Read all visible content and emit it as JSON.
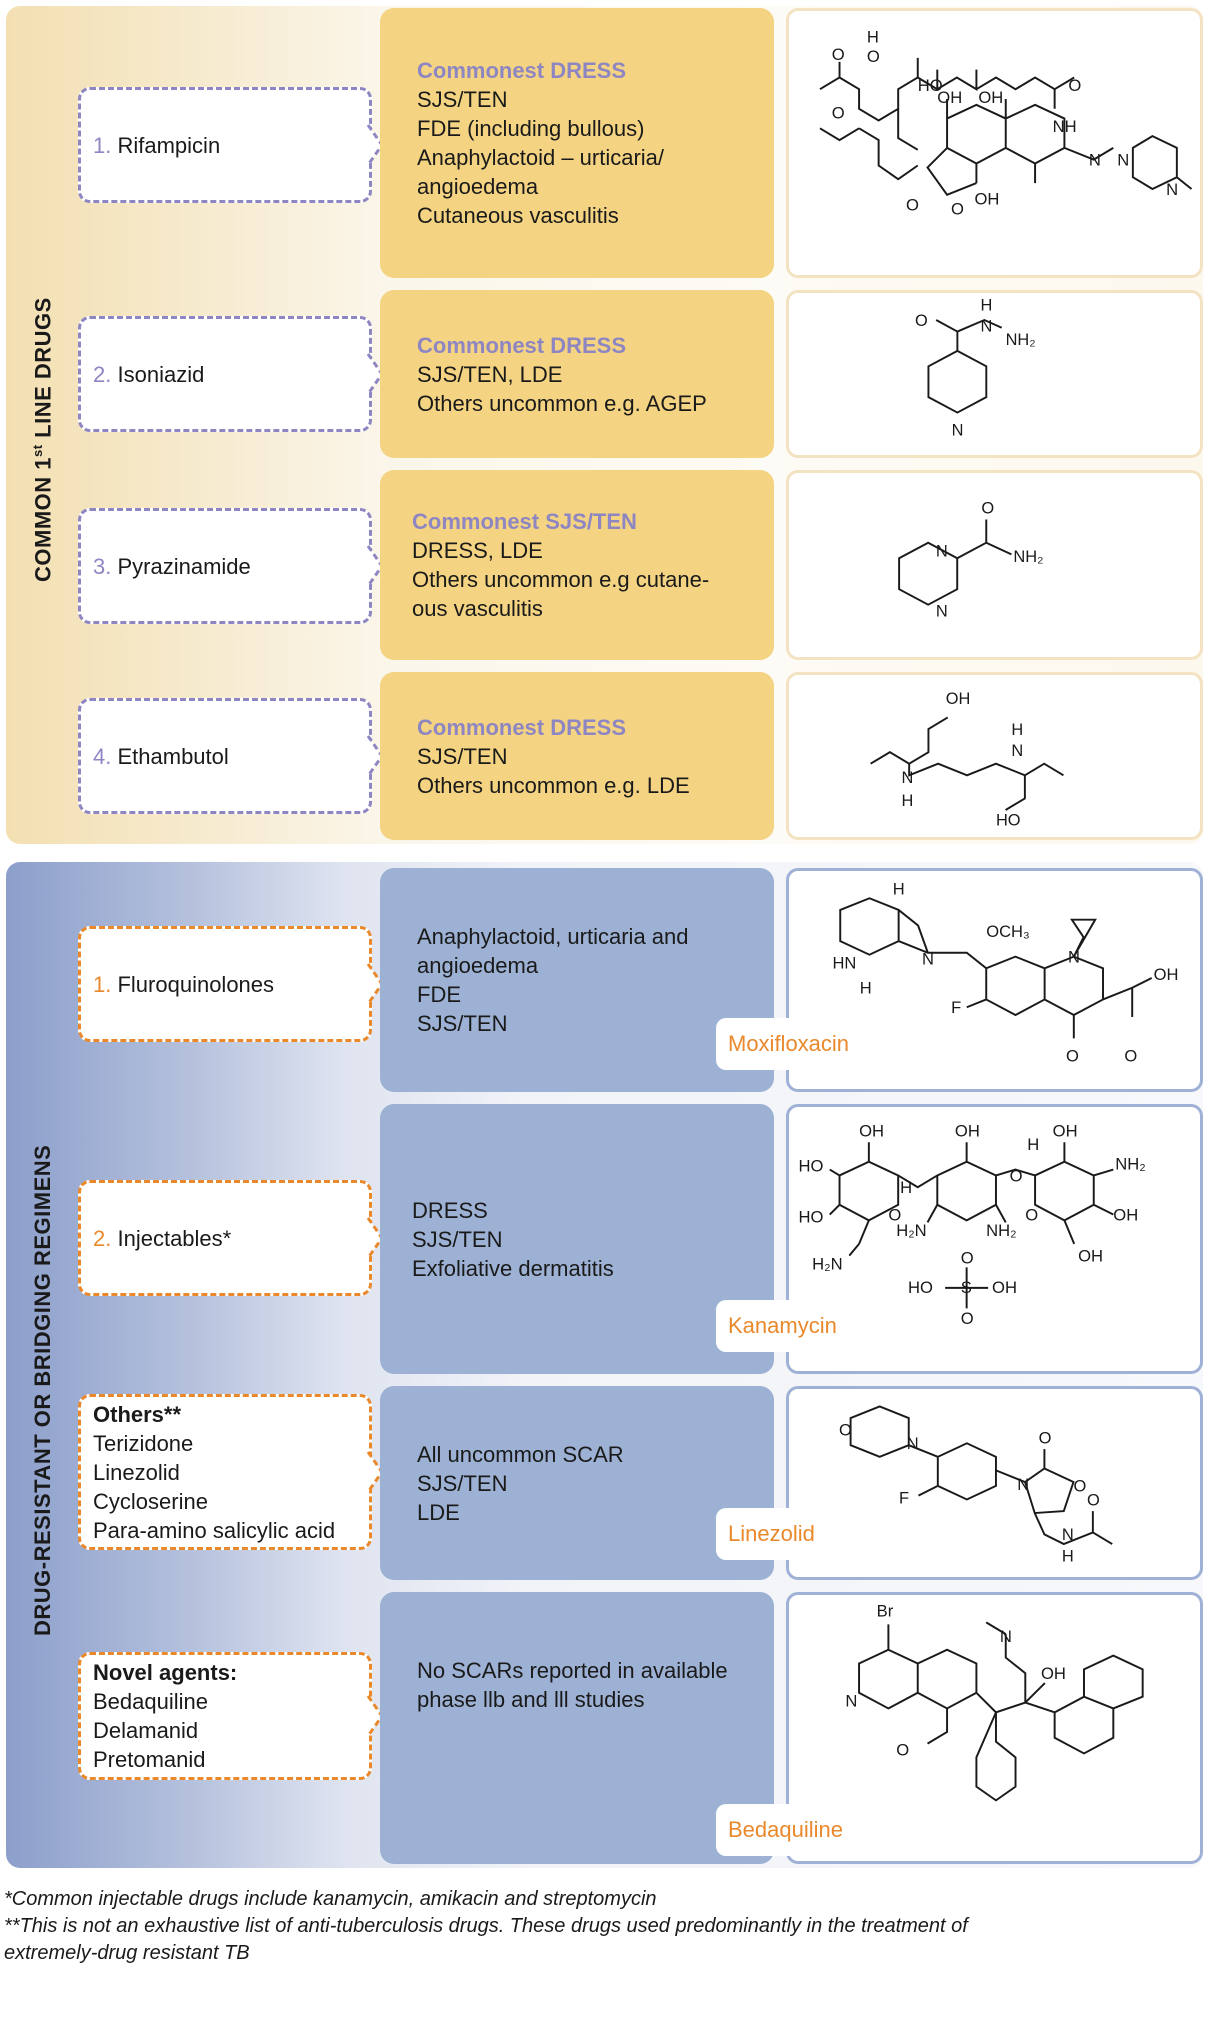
{
  "sections": {
    "first_line": {
      "label": "COMMON 1",
      "label_sup": "st",
      "label_rest": " LINE DRUGS",
      "band_color": "#f3dfb2",
      "accent": "#8e86c2"
    },
    "resistant": {
      "label": "DRUG-RESISTANT OR BRIDGING REGIMENS",
      "band_color": "#8c9fcb",
      "accent": "#e9892c"
    }
  },
  "first_line_rows": [
    {
      "num": "1.",
      "drug": "Rifampicin",
      "headline": "Commonest DRESS",
      "effects": [
        "SJS/TEN",
        "FDE (including bullous)",
        "Anaphylactoid – urticaria/",
        "angioedema",
        "Cutaneous vasculitis"
      ]
    },
    {
      "num": "2.",
      "drug": "Isoniazid",
      "headline": "Commonest DRESS",
      "effects": [
        "SJS/TEN, LDE",
        "Others uncommon e.g. AGEP"
      ]
    },
    {
      "num": "3.",
      "drug": "Pyrazinamide",
      "headline": "Commonest SJS/TEN",
      "effects": [
        "DRESS, LDE",
        "Others uncommon e.g cutane-",
        "ous vasculitis"
      ]
    },
    {
      "num": "4.",
      "drug": "Ethambutol",
      "headline": "Commonest DRESS",
      "effects": [
        "SJS/TEN",
        "Others uncommon e.g. LDE"
      ]
    }
  ],
  "resistant_rows": [
    {
      "num": "1.",
      "drug": "Fluroquinolones",
      "effects": [
        "Anaphylactoid, urticaria and",
        "angioedema",
        "FDE",
        "SJS/TEN"
      ],
      "example": "Moxifloxacin"
    },
    {
      "num": "2.",
      "drug": "Injectables*",
      "effects": [
        "DRESS",
        "SJS/TEN",
        "Exfoliative dermatitis"
      ],
      "example": "Kanamycin"
    },
    {
      "title": "Others**",
      "items": [
        "Terizidone",
        "Linezolid",
        "Cycloserine",
        "Para-amino salicylic acid"
      ],
      "effects": [
        "All uncommon SCAR",
        "SJS/TEN",
        "LDE"
      ],
      "example": "Linezolid"
    },
    {
      "title": "Novel agents:",
      "items": [
        "Bedaquiline",
        "Delamanid",
        "Pretomanid"
      ],
      "effects": [
        "No SCARs reported in available",
        "phase llb and lll studies"
      ],
      "example": "Bedaquiline"
    }
  ],
  "structure_labels": {
    "rifampicin": {
      "h": "H",
      "o": "O",
      "oh": "OH",
      "ho": "HO",
      "nh": "NH",
      "n": "N"
    },
    "isoniazid": {
      "h": "H",
      "n": "N",
      "o": "O",
      "nh2": "NH₂"
    },
    "pyrazinamide": {
      "o": "O",
      "n": "N",
      "nh2": "NH₂"
    },
    "ethambutol": {
      "oh": "OH",
      "ho": "HO",
      "h": "H",
      "n": "N"
    },
    "moxifloxacin": {
      "h": "H",
      "hn": "HN",
      "n": "N",
      "och3": "OCH₃",
      "f": "F",
      "o": "O",
      "oh": "OH"
    },
    "kanamycin": {
      "oh": "OH",
      "ho": "HO",
      "h": "H",
      "o": "O",
      "nh2": "NH₂",
      "h2n": "H₂N",
      "s": "S"
    },
    "linezolid": {
      "o": "O",
      "n": "N",
      "f": "F",
      "h": "H"
    },
    "bedaquiline": {
      "br": "Br",
      "n": "N",
      "o": "O",
      "oh": "OH"
    }
  },
  "footnotes": [
    "*Common injectable drugs include kanamycin, amikacin and streptomycin",
    "**This is not an exhaustive list of anti-tuberculosis drugs. These drugs used predominantly in the treatment of",
    "extremely-drug resistant TB"
  ]
}
